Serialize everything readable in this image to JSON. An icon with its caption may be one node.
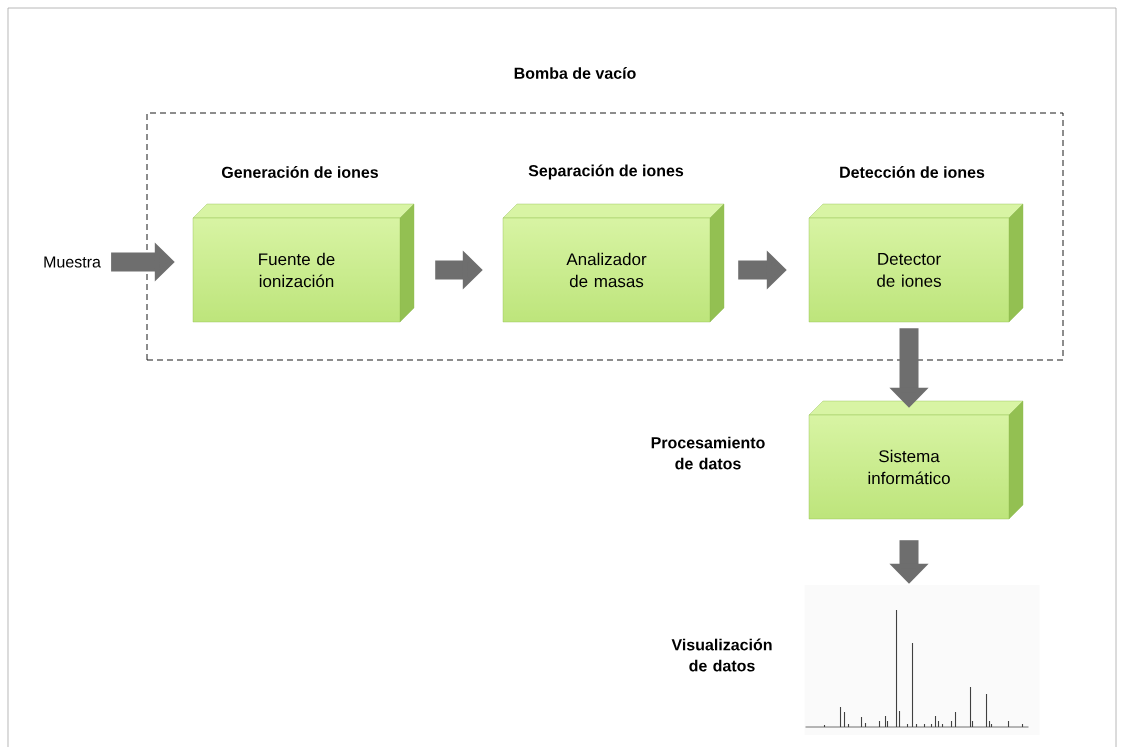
{
  "diagram": {
    "nodes": [
      {
        "text": [
          "Bomba de vacío"
        ]
      },
      {
        "text": [
          "Muestra"
        ]
      },
      {
        "text": [
          "Generación de iones",
          "Fuente de ionización"
        ],
        "in": 0
      },
      {
        "text": [
          "Separación de iones",
          "Analizador de masas"
        ],
        "in": 0
      },
      {
        "text": [
          "Detección de iones",
          "Detector de iones"
        ],
        "in": 0
      },
      {
        "text": [
          "Sistema informático"
        ],
        "beside": [
          "Procesamiento de datos"
        ]
      },
      {
        "text": [],
        "shape": "picture",
        "beside": [
          "Visualización de datos"
        ]
      }
    ],
    "edges": [
      {
        "from": 1,
        "to": 2,
        "arrow": "to"
      },
      {
        "from": 2,
        "to": 3,
        "arrow": "to"
      },
      {
        "from": 3,
        "to": 4,
        "arrow": "to"
      },
      {
        "from": 4,
        "to": 5,
        "arrow": "to"
      },
      {
        "from": 5,
        "to": 6,
        "arrow": "to"
      }
    ]
  }
}
